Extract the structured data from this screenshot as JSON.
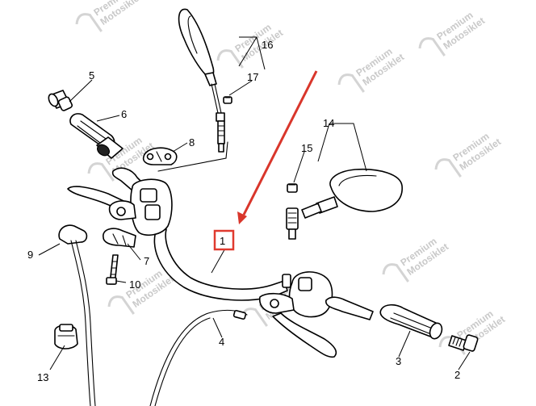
{
  "watermark": {
    "line1": "Premium",
    "line2": "Motosiklet",
    "color": "#c9c9c9"
  },
  "highlight": {
    "label": "1",
    "box_color": "#e03a2f",
    "arrow_color": "#d9362b"
  },
  "callouts": {
    "c2": "2",
    "c3": "3",
    "c4": "4",
    "c5": "5",
    "c6": "6",
    "c7": "7",
    "c8": "8",
    "c9": "9",
    "c10": "10",
    "c13": "13",
    "c14": "14",
    "c15": "15",
    "c16": "16",
    "c17": "17"
  }
}
